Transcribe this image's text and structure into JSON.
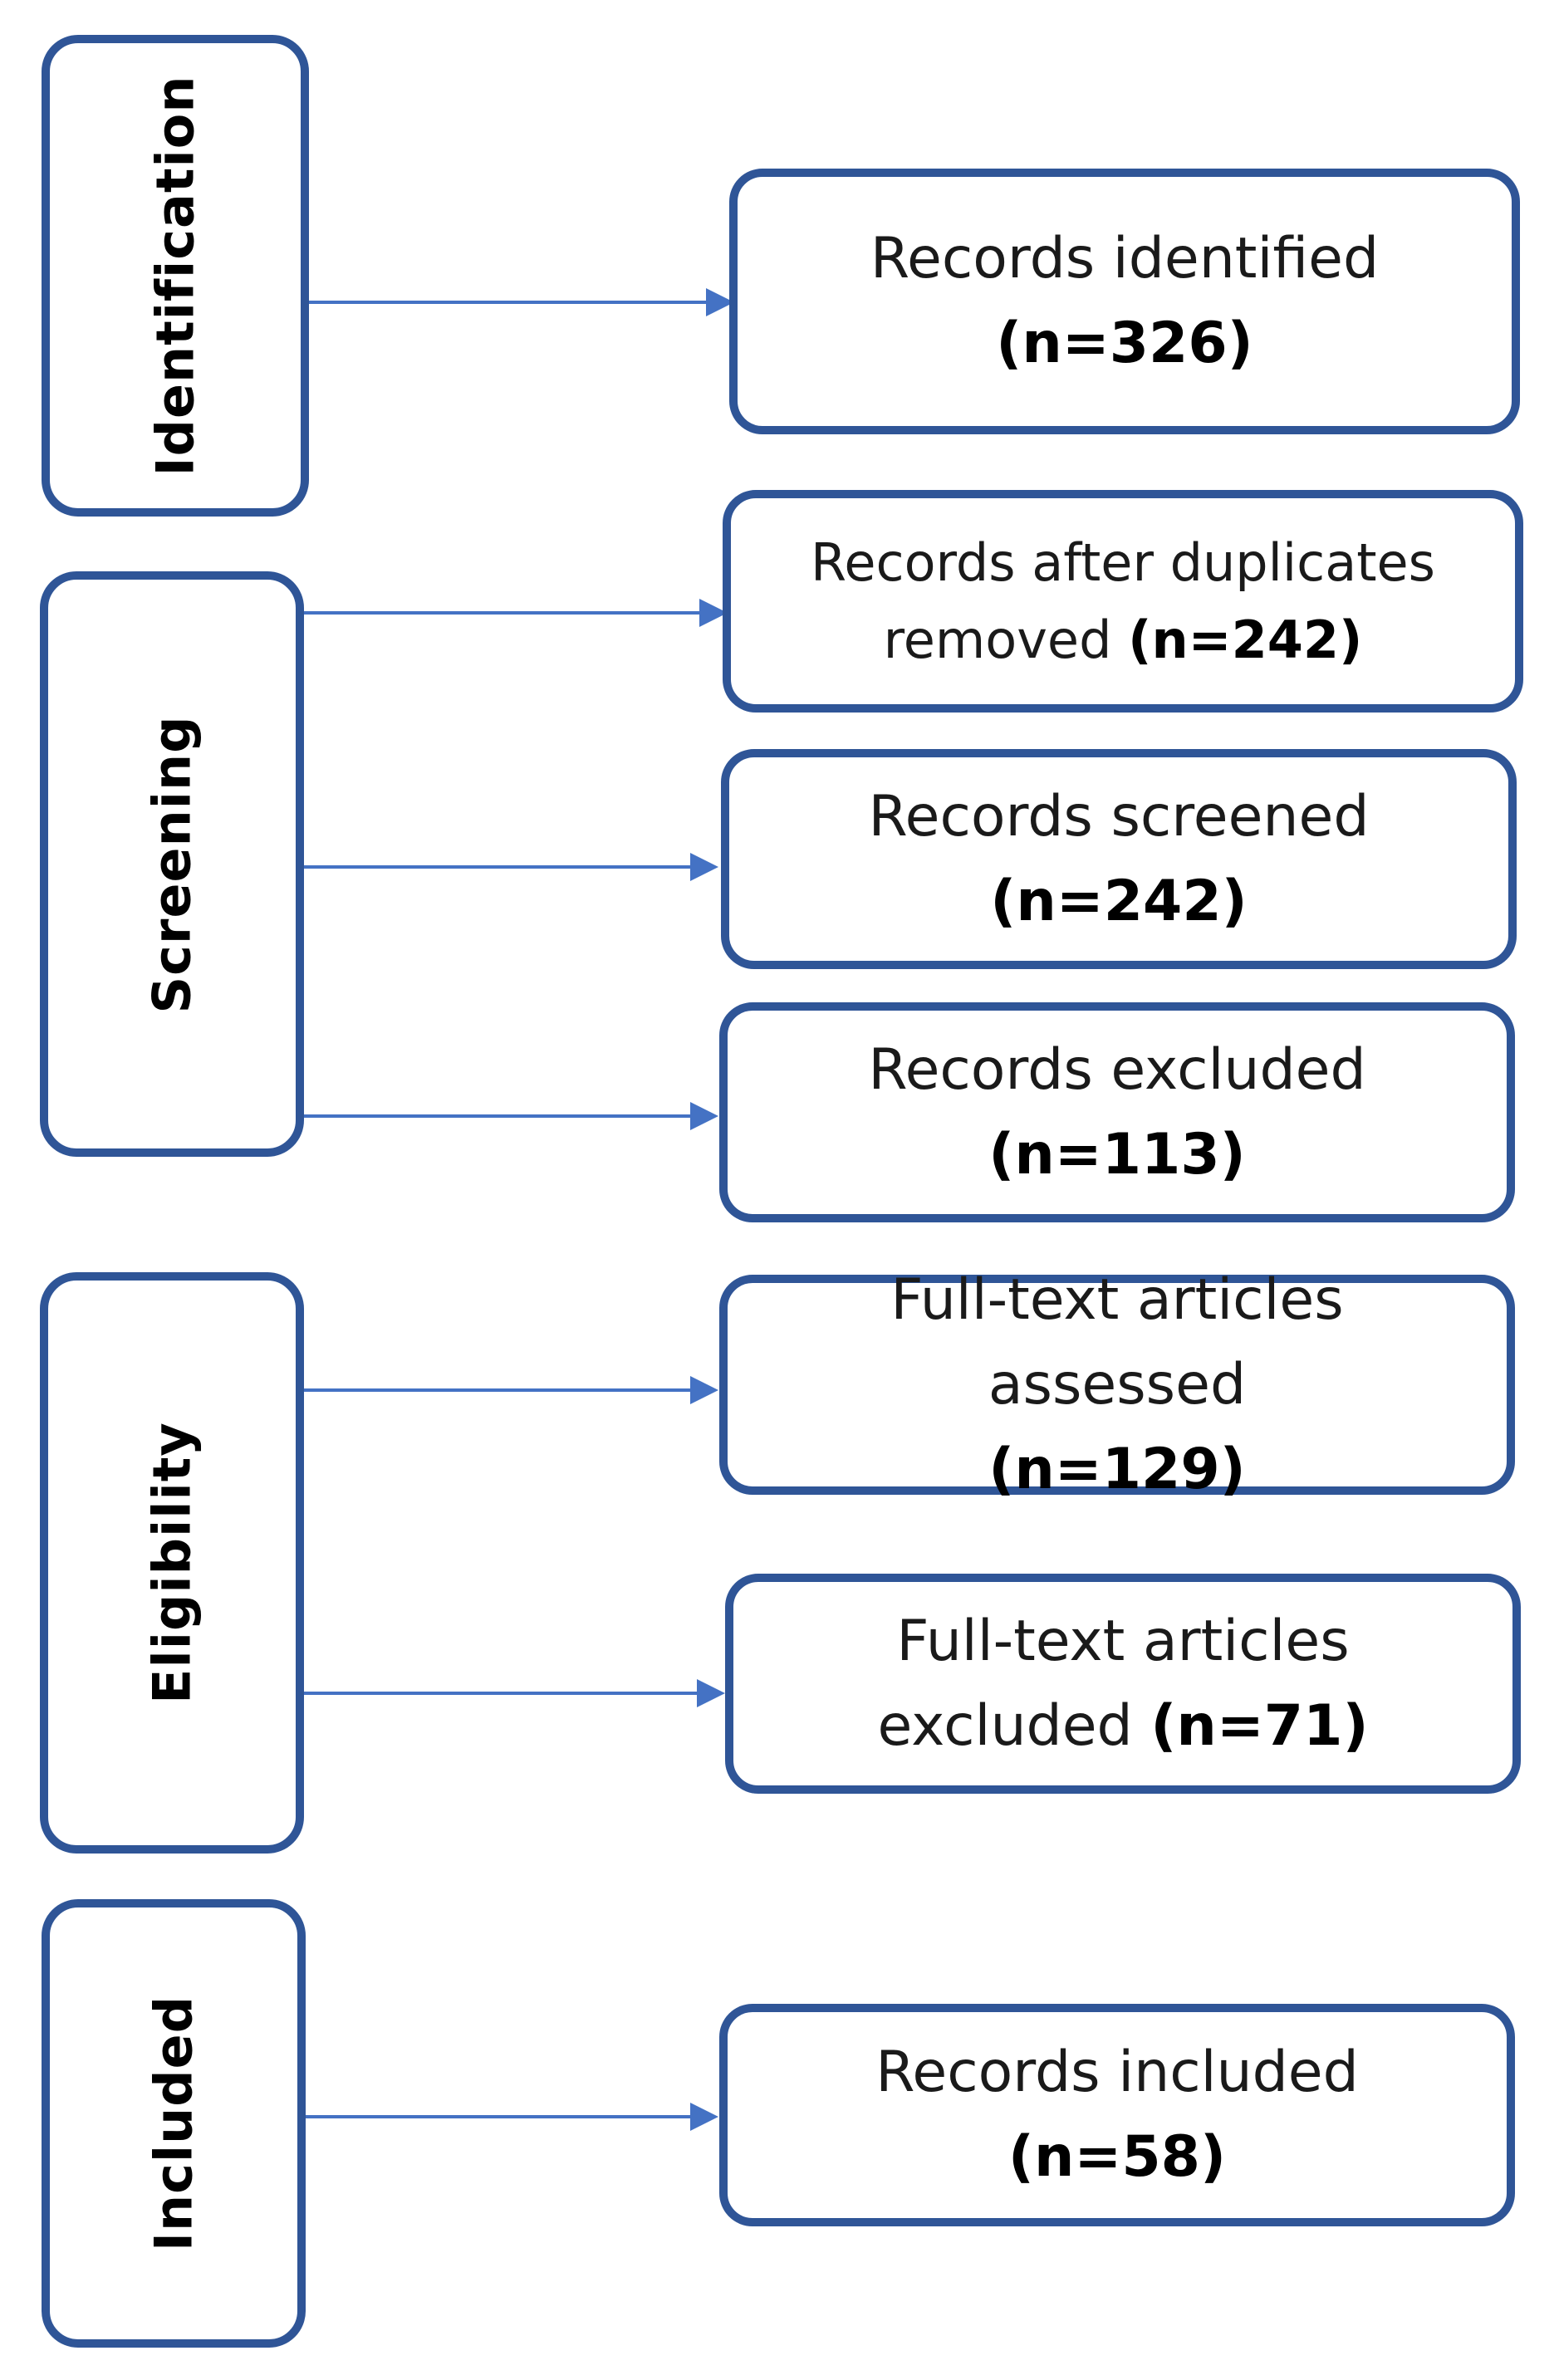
{
  "phases": [
    {
      "label": "Identification"
    },
    {
      "label": "Screening"
    },
    {
      "label": "Eligibility"
    },
    {
      "label": "Included"
    }
  ],
  "steps": [
    {
      "text": "Records identified",
      "count": "(n=326)"
    },
    {
      "text": "Records after duplicates removed",
      "count": "(n=242)"
    },
    {
      "text": "Records screened",
      "count": "(n=242)"
    },
    {
      "text": "Records excluded",
      "count": "(n=113)"
    },
    {
      "text": "Full-text articles assessed",
      "count": "(n=129)"
    },
    {
      "text": "Full-text articles excluded",
      "count": "(n=71)"
    },
    {
      "text": "Records included",
      "count": "(n=58)"
    }
  ],
  "colors": {
    "border": "#2f5597",
    "arrow": "#4472c4"
  }
}
